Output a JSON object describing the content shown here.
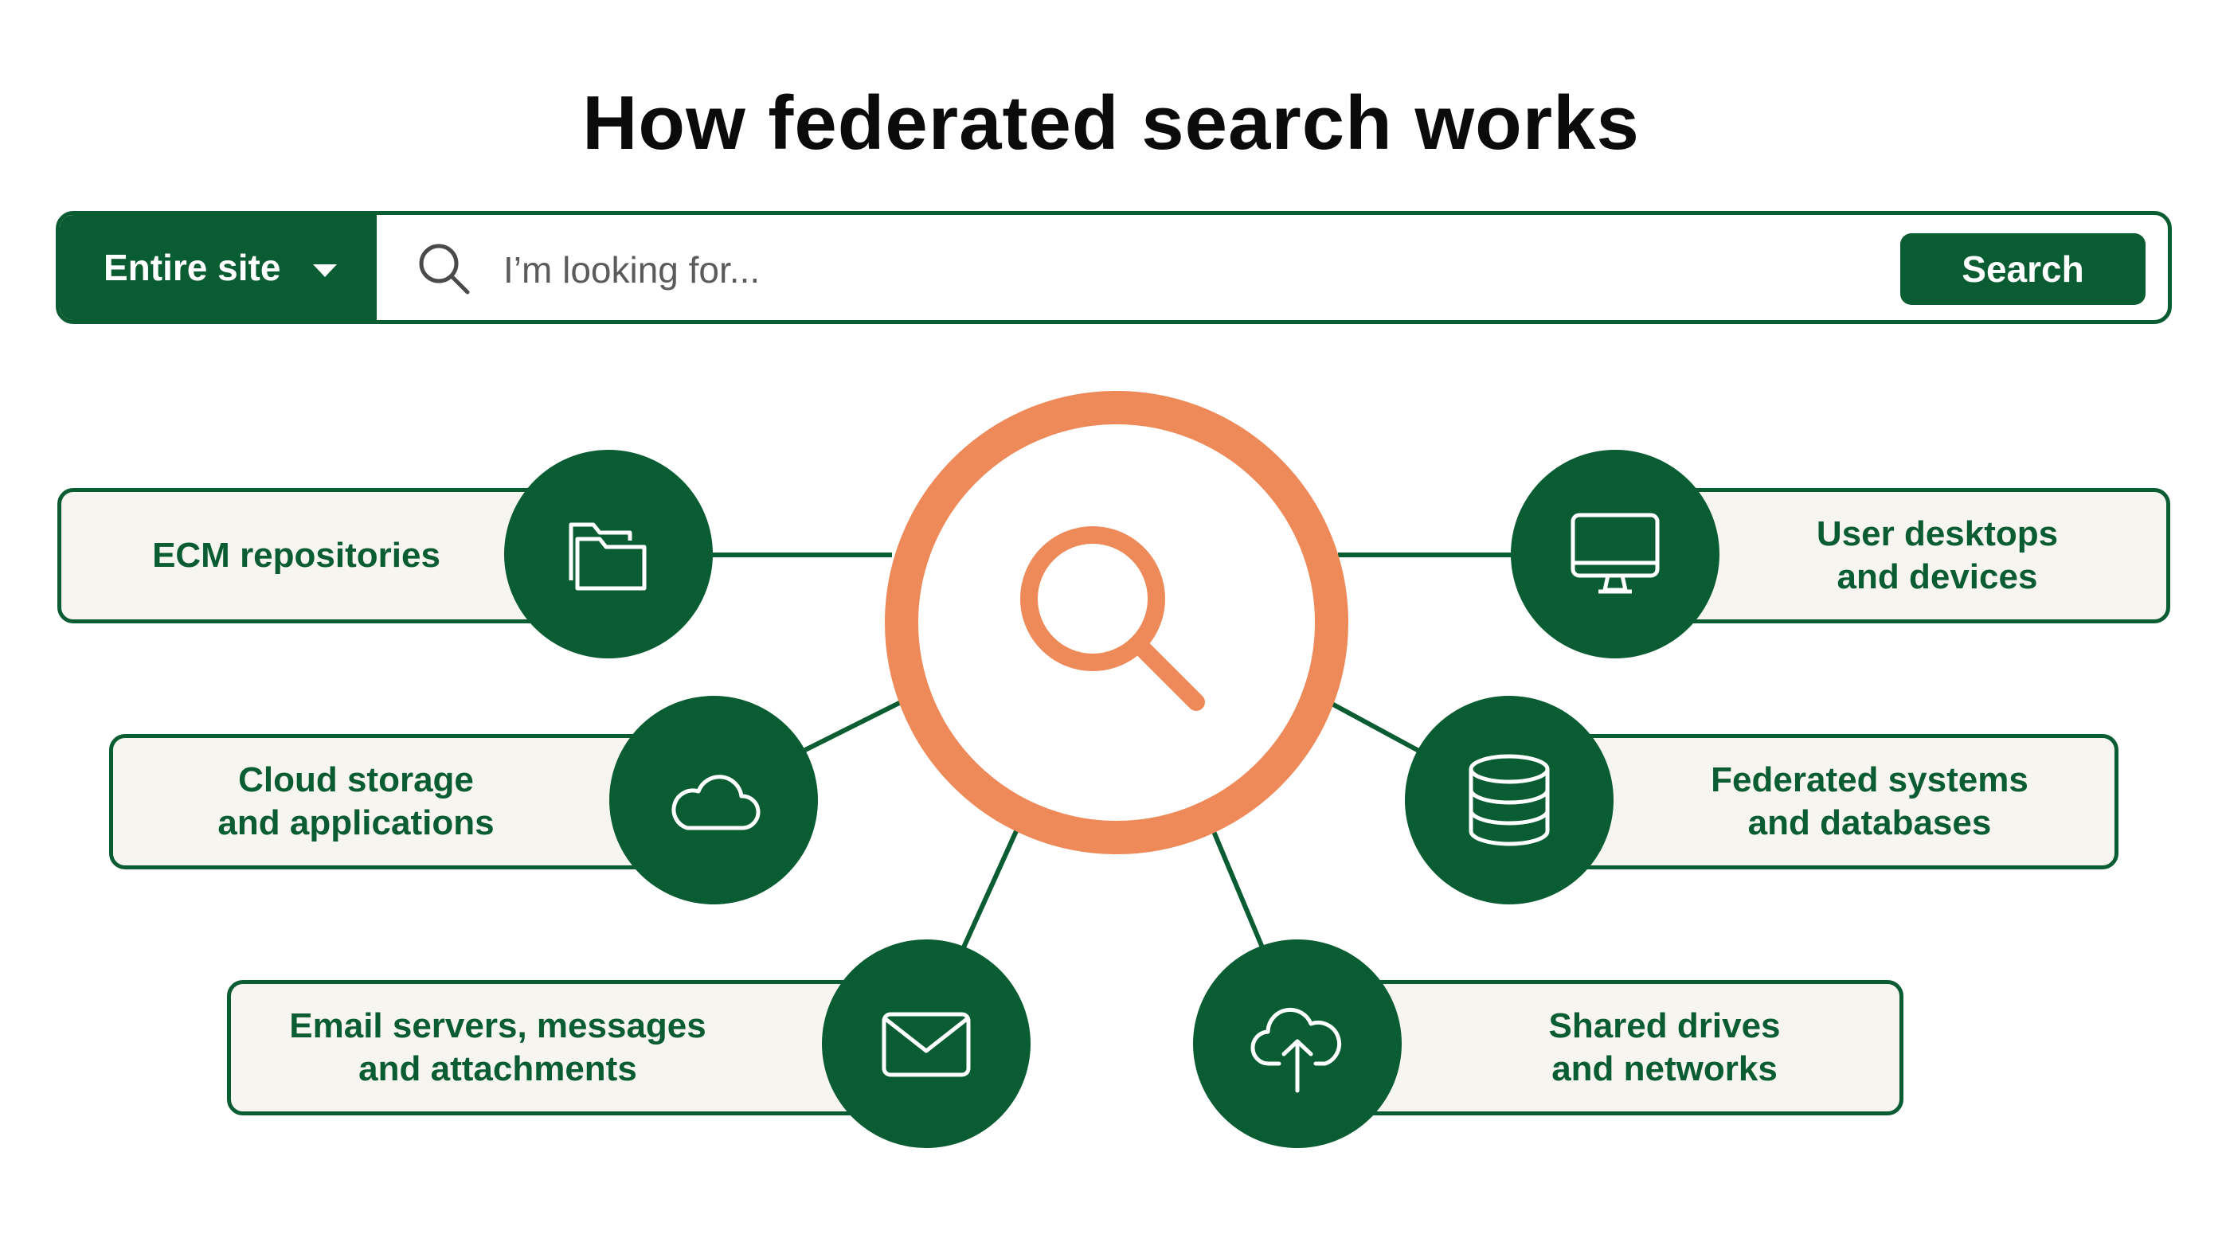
{
  "title": "How federated search works",
  "search": {
    "scope_label": "Entire site",
    "placeholder": "I’m looking for...",
    "button_label": "Search"
  },
  "colors": {
    "green": "#0a5c33",
    "orange": "#ee8a59",
    "box_fill": "#f6f5f0"
  },
  "sources": [
    {
      "label": "ECM repositories",
      "icon": "folder-icon"
    },
    {
      "label": "Cloud storage\nand applications",
      "icon": "cloud-icon"
    },
    {
      "label": "Email servers, messages\nand attachments",
      "icon": "envelope-icon"
    },
    {
      "label": "User desktops\nand devices",
      "icon": "desktop-icon"
    },
    {
      "label": "Federated systems\nand databases",
      "icon": "database-icon"
    },
    {
      "label": "Shared drives\nand networks",
      "icon": "cloud-upload-icon"
    }
  ],
  "hub_icon": "magnifier-icon"
}
